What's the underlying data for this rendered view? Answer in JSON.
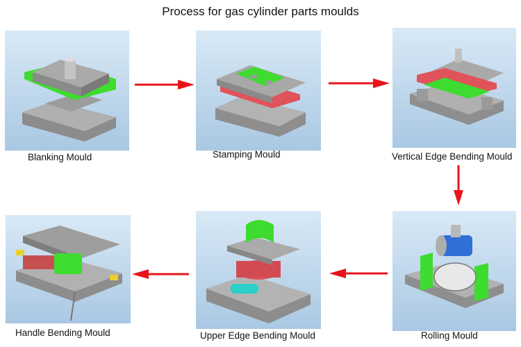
{
  "title": "Process for gas cylinder parts moulds",
  "steps": [
    {
      "label": "Blanking Mould",
      "icon": "blanking-mould-image"
    },
    {
      "label": "Stamping Mould",
      "icon": "stamping-mould-image"
    },
    {
      "label": "Vertical Edge Bending Mould",
      "icon": "vertical-edge-bending-mould-image"
    },
    {
      "label": "Rolling Mould",
      "icon": "rolling-mould-image"
    },
    {
      "label": "Upper Edge Bending Mould",
      "icon": "upper-edge-bending-mould-image"
    },
    {
      "label": "Handle Bending Mould",
      "icon": "handle-bending-mould-image"
    }
  ],
  "colors": {
    "arrow": "#e8141b",
    "panel_top": "#d9e9f6",
    "panel_bottom": "#a9c8e3",
    "steel": "#9a9a9a",
    "part_green": "#3ddc2e",
    "die_red": "#e0535a",
    "roller_blue": "#2f6fd6"
  }
}
